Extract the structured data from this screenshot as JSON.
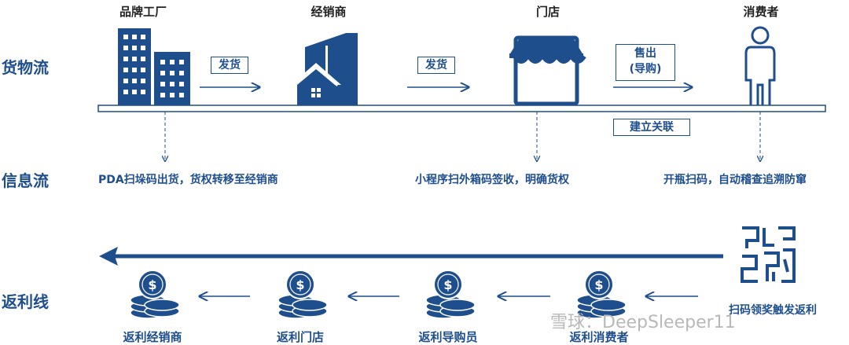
{
  "rows": {
    "goods": "货物流",
    "info": "信息流",
    "rebate": "返利线"
  },
  "nodes": {
    "brand": "品牌工厂",
    "dealer": "经销商",
    "store": "门店",
    "consumer": "消费者"
  },
  "flow_boxes": {
    "ship1": "发货",
    "ship2": "发货",
    "sell_line1": "售出",
    "sell_line2": "(导购)",
    "link": "建立关联"
  },
  "info_texts": {
    "brand": "PDA扫垛码出货，货权转移至经销商",
    "store": "小程序扫外箱码签收，明确货权",
    "consumer": "开瓶扫码，自动稽查追溯防窜"
  },
  "rebate": {
    "trigger": "扫码领奖触发返利",
    "items": [
      "返利经销商",
      "返利门店",
      "返利导购员",
      "返利消费者"
    ]
  },
  "watermark": "雪球：DeepSleeper11",
  "colors": {
    "primary": "#1f4e8c",
    "coin": "#1f4e8c"
  }
}
